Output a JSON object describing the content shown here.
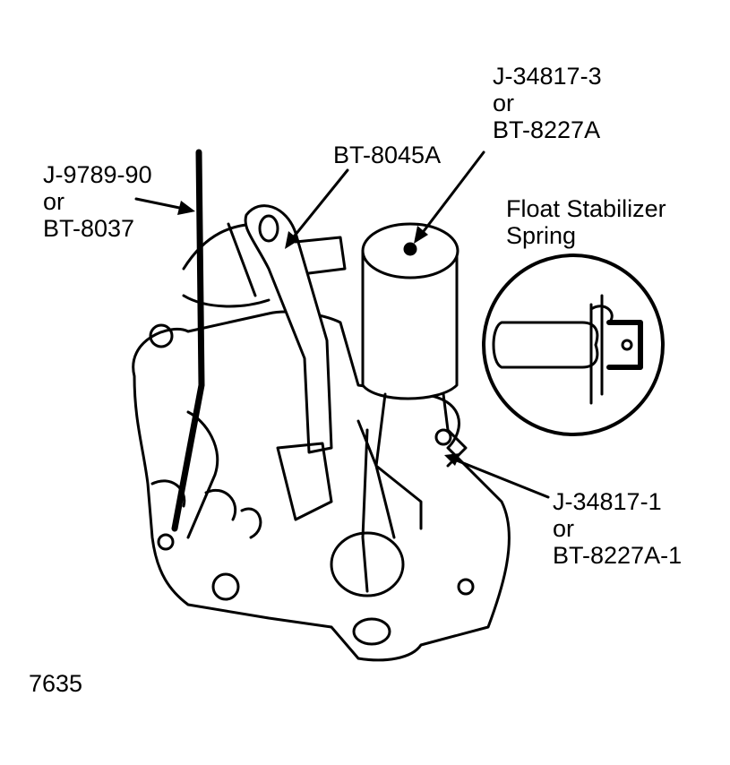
{
  "labels": {
    "tool_left": {
      "line1": "J-9789-90",
      "line2": "or",
      "line3": "BT-8037"
    },
    "tool_center": {
      "line1": "BT-8045A"
    },
    "tool_top_right": {
      "line1": "J-34817-3",
      "line2": "or",
      "line3": "BT-8227A"
    },
    "inset": {
      "line1": "Float Stabilizer",
      "line2": "Spring"
    },
    "tool_bottom_right": {
      "line1": "J-34817-1",
      "line2": "or",
      "line3": "BT-8227A-1"
    }
  },
  "figure_number": "7635",
  "colors": {
    "ink": "#000000",
    "paper": "#ffffff"
  }
}
